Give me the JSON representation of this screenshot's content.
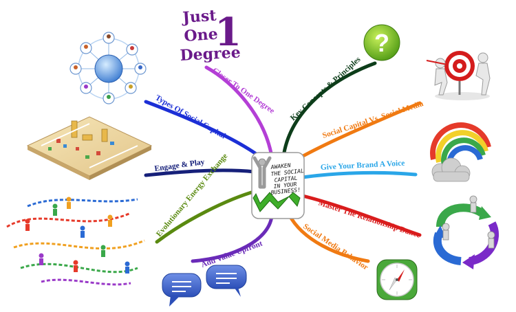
{
  "title": {
    "line1": "Just",
    "line2": "One",
    "line3": "Degree",
    "number": "1"
  },
  "center": {
    "lines": [
      "AWAKEN",
      "THE SOCIAL",
      "CAPITAL",
      "IN YOUR",
      "BUSINESS!"
    ]
  },
  "branches": [
    {
      "label": "Closer To One Degree",
      "color": "#b43fd6"
    },
    {
      "label": "Key Concepts & Principles",
      "color": "#0d3d1a"
    },
    {
      "label": "Social Capital Vs. Social Media",
      "color": "#f07a12"
    },
    {
      "label": "Give Your Brand A Voice",
      "color": "#2aa6e8"
    },
    {
      "label": "Master The Relationship Dance",
      "color": "#d91c1c"
    },
    {
      "label": "Social Media Behavior",
      "color": "#f07a12"
    },
    {
      "label": "Add Value Upfront",
      "color": "#6a2bb8"
    },
    {
      "label": "Evolutionary Energy Exchange",
      "color": "#5a8a10"
    },
    {
      "label": "Engage & Play",
      "color": "#16207a"
    },
    {
      "label": "Types Of Social Capital",
      "color": "#1c2fd6"
    }
  ],
  "icons": {
    "network": "network-people-icon",
    "question": "question-mark-icon",
    "target": "target-team-icon",
    "map": "isometric-city-map-icon",
    "rainbow": "rainbow-cloud-icon",
    "people": "crowd-paths-icon",
    "cycle": "cycle-arrows-icon",
    "bubbles": "speech-bubbles-icon",
    "compass": "compass-icon"
  }
}
